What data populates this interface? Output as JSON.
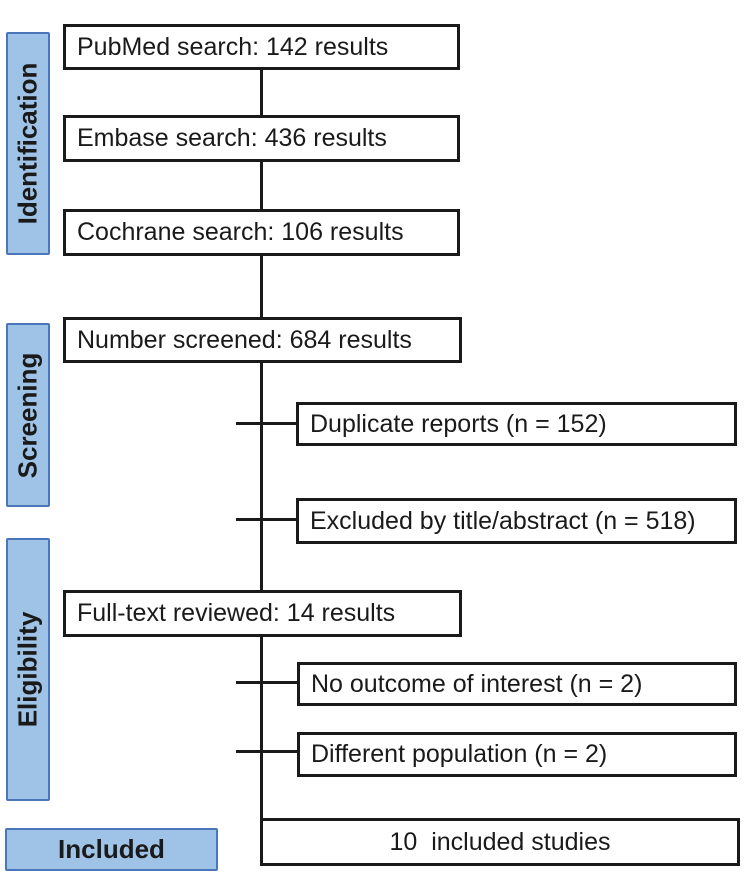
{
  "palette": {
    "stage_fill": "#9FC3E6",
    "stage_border": "#4B76B9",
    "box_border": "#1A1A1A",
    "line_color": "#1A1A1A",
    "background": "#FFFFFF"
  },
  "stages": {
    "identification": "Identification",
    "screening": "Screening",
    "eligibility": "Eligibility",
    "included": "Included"
  },
  "boxes": {
    "pubmed": "PubMed search: 142 results",
    "embase": "Embase search: 436 results",
    "cochrane": "Cochrane search: 106 results",
    "screened": "Number screened: 684 results",
    "duplicates": "Duplicate reports (n = 152)",
    "excluded_title_abstract": "Excluded by title/abstract (n = 518)",
    "fulltext": "Full-text reviewed: 14 results",
    "no_outcome": "No outcome of interest (n = 2)",
    "different_population": "Different population (n = 2)",
    "included_studies": "10  included studies"
  },
  "counts": {
    "pubmed": 142,
    "embase": 436,
    "cochrane": 106,
    "screened": 684,
    "duplicates": 152,
    "excluded_title_abstract": 518,
    "fulltext": 14,
    "no_outcome": 2,
    "different_population": 2,
    "included_studies": 10
  }
}
